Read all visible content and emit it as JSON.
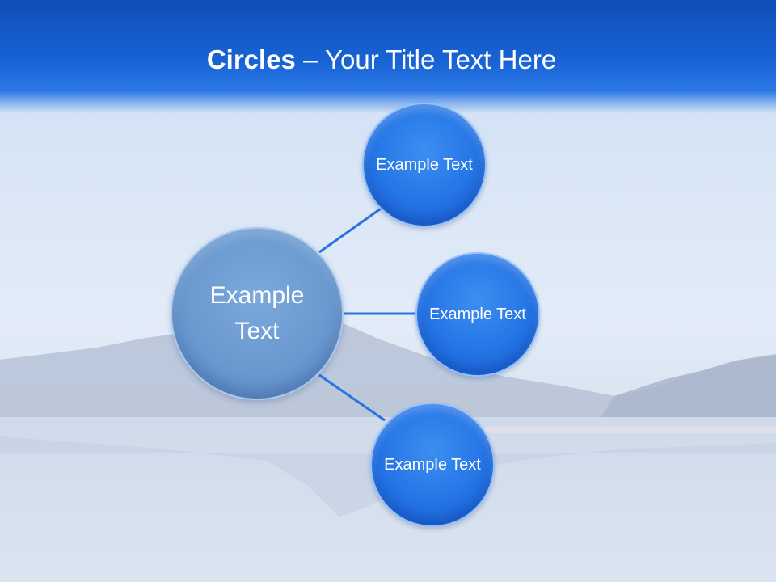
{
  "slide": {
    "title_bold": "Circles",
    "title_rest": " – Your Title Text Here"
  },
  "diagram": {
    "center": {
      "label": "Example Text"
    },
    "nodes": [
      {
        "label": "Example Text"
      },
      {
        "label": "Example Text"
      },
      {
        "label": "Example Text"
      }
    ]
  },
  "colors": {
    "header": "#1863d6",
    "node_fill": "#2474e6",
    "center_fill": "#6a99d0",
    "connector": "#2a74e0"
  }
}
